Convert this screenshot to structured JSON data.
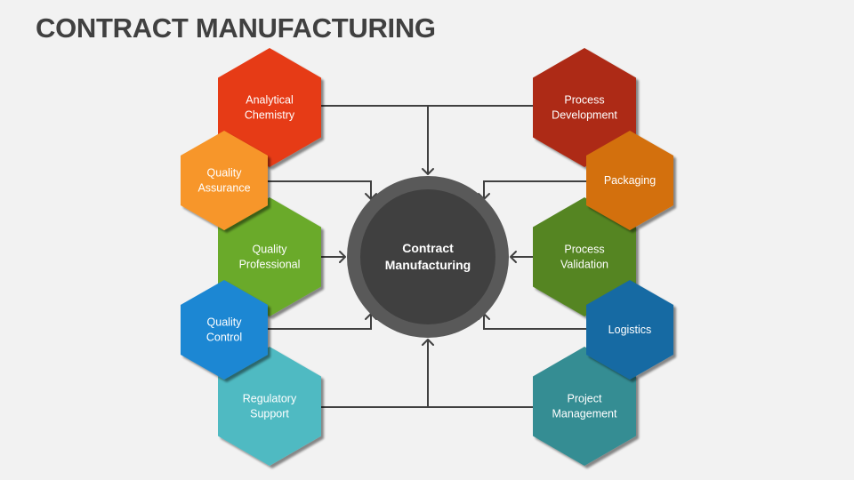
{
  "title": "CONTRACT MANUFACTURING",
  "hub": {
    "lines": [
      "Contract",
      "Manufacturing"
    ],
    "outer_color": "#595959",
    "inner_color": "#404040"
  },
  "nodes": [
    {
      "id": "analytical-chemistry",
      "lines": [
        "Analytical",
        "Chemistry"
      ],
      "color": "#e63b16",
      "side": "left",
      "size": "large"
    },
    {
      "id": "quality-assurance",
      "lines": [
        "Quality",
        "Assurance"
      ],
      "color": "#f7962a",
      "side": "left",
      "size": "small"
    },
    {
      "id": "quality-professional",
      "lines": [
        "Quality",
        "Professional"
      ],
      "color": "#6aaa2a",
      "side": "left",
      "size": "large"
    },
    {
      "id": "quality-control",
      "lines": [
        "Quality",
        "Control"
      ],
      "color": "#1b87d3",
      "side": "left",
      "size": "small"
    },
    {
      "id": "regulatory-support",
      "lines": [
        "Regulatory",
        "Support"
      ],
      "color": "#4fbac2",
      "side": "left",
      "size": "large"
    },
    {
      "id": "process-development",
      "lines": [
        "Process",
        "Development"
      ],
      "color": "#ad2a12",
      "side": "right",
      "size": "large"
    },
    {
      "id": "packaging",
      "lines": [
        "Packaging"
      ],
      "color": "#d3700a",
      "side": "right",
      "size": "small"
    },
    {
      "id": "process-validation",
      "lines": [
        "Process",
        "Validation"
      ],
      "color": "#548522",
      "side": "right",
      "size": "large"
    },
    {
      "id": "logistics",
      "lines": [
        "Logistics"
      ],
      "color": "#146aa3",
      "side": "right",
      "size": "small"
    },
    {
      "id": "project-management",
      "lines": [
        "Project",
        "Management"
      ],
      "color": "#368d93",
      "side": "right",
      "size": "large"
    }
  ],
  "connector_color": "#404040"
}
